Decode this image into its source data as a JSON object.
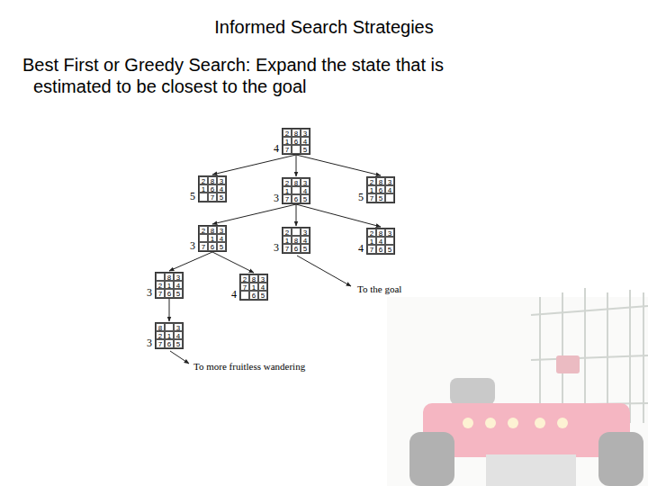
{
  "diagram": {
    "title": "Informed Search Strategies",
    "nodes": [
      {
        "text": [
          "4",
          "2",
          "8",
          "3",
          "1",
          "6",
          "4",
          "7",
          "5"
        ]
      },
      {
        "text": [
          "5",
          "2",
          "8",
          "3",
          "1",
          "6",
          "4",
          "7",
          "5"
        ]
      },
      {
        "text": [
          "3",
          "2",
          "8",
          "3",
          "1",
          "4",
          "7",
          "6",
          "5"
        ]
      },
      {
        "text": [
          "5",
          "2",
          "8",
          "3",
          "1",
          "6",
          "4",
          "7",
          "5"
        ]
      },
      {
        "text": [
          "3",
          "2",
          "8",
          "3",
          "1",
          "4",
          "7",
          "6",
          "5"
        ]
      },
      {
        "text": [
          "3",
          "2",
          "3",
          "1",
          "8",
          "4",
          "7",
          "6",
          "5"
        ]
      },
      {
        "text": [
          "4",
          "2",
          "8",
          "3",
          "1",
          "4",
          "7",
          "6",
          "5"
        ]
      },
      {
        "text": [
          "3",
          "8",
          "3",
          "2",
          "1",
          "4",
          "7",
          "6",
          "5"
        ]
      },
      {
        "text": [
          "4",
          "2",
          "8",
          "3",
          "7",
          "1",
          "4",
          "6",
          "5"
        ]
      },
      {
        "text": [
          "3",
          "8",
          "3",
          "2",
          "1",
          "4",
          "7",
          "6",
          "5"
        ]
      }
    ],
    "edges": [
      {
        "from": 0,
        "to": 1,
        "arrow": "to"
      },
      {
        "from": 0,
        "to": 2,
        "arrow": "to"
      },
      {
        "from": 0,
        "to": 3,
        "arrow": "to"
      },
      {
        "from": 2,
        "to": 4,
        "arrow": "to"
      },
      {
        "from": 2,
        "to": 5,
        "arrow": "to"
      },
      {
        "from": 2,
        "to": 6,
        "arrow": "to"
      },
      {
        "from": 4,
        "to": 7,
        "arrow": "to"
      },
      {
        "from": 4,
        "to": 8,
        "arrow": "to"
      },
      {
        "from": 7,
        "to": 9,
        "arrow": "to"
      }
    ],
    "labels": [
      "Best First or Greedy Search: Expand the state that is estimated to be closest to the goal",
      "To the goal",
      "To more fruitless wandering"
    ]
  }
}
